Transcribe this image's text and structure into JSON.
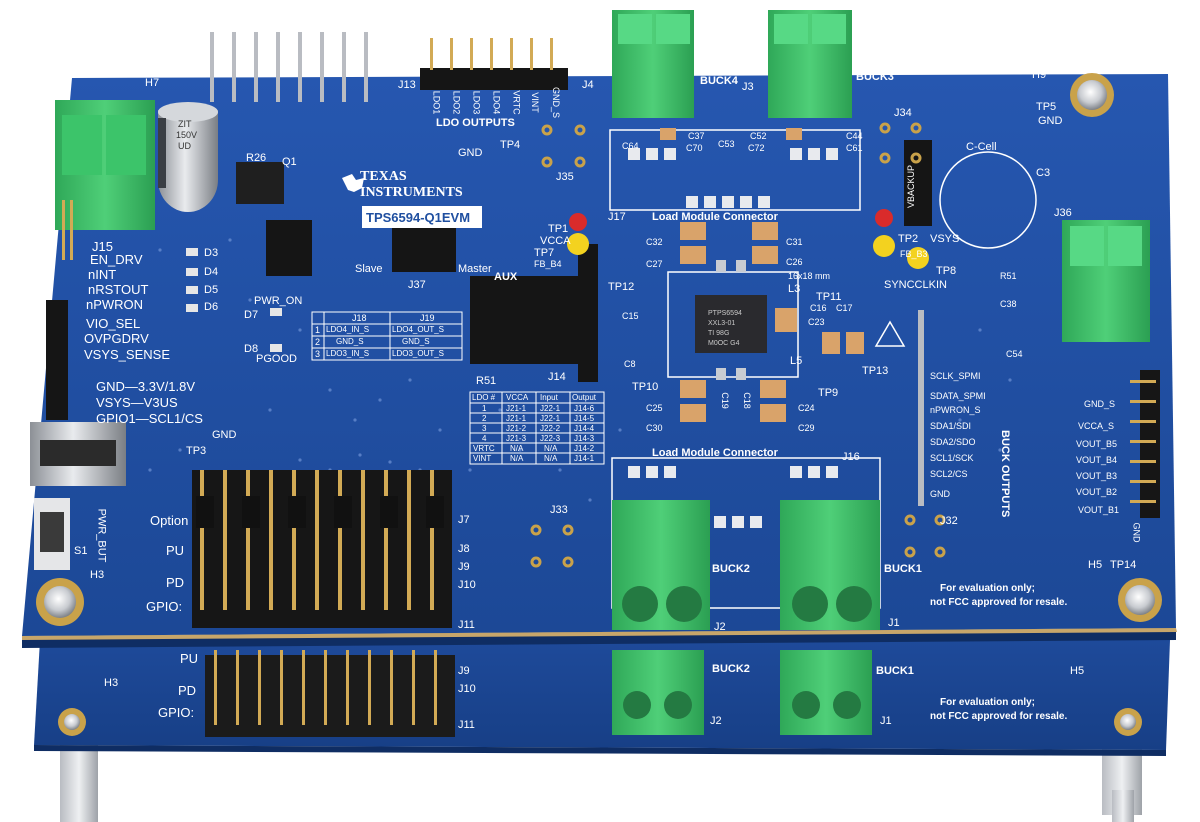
{
  "logo": {
    "line1": "TEXAS",
    "line2": "INSTRUMENTS"
  },
  "board_name": "TPS6594-Q1EVM",
  "evm_partial": "1EVM",
  "sections": {
    "ldo_outputs": "LDO OUTPUTS",
    "load_module_top": "Load Module Connector",
    "load_module_bottom": "Load Module Connector",
    "buck_outputs": "BUCK OUTPUTS",
    "size_note": "16x18 mm",
    "disclaimer_1": "For evaluation only;",
    "disclaimer_2": "not FCC approved for resale."
  },
  "buck_labels": {
    "buck1": "BUCK1",
    "buck2": "BUCK2",
    "buck3": "BUCK3",
    "buck4": "BUCK4"
  },
  "left_signals": [
    "EN_DRV",
    "nINT",
    "nRSTOUT",
    "nPWRON",
    "VIO_SEL",
    "OVPGDRV",
    "VSYS_SENSE"
  ],
  "leds": [
    "D3",
    "D4",
    "D5",
    "D6"
  ],
  "gpio_text": [
    "GND—3.3V/1.8V",
    "VSYS—V3US",
    "GPIO1—SCL1/CS"
  ],
  "power_labels": {
    "pwr_on": "PWR_ON",
    "pgood": "PGOOD",
    "d7": "D7",
    "d8": "D8"
  },
  "jumper_labels": {
    "slave": "Slave",
    "master": "Master",
    "j37": "J37",
    "aux": "AUX"
  },
  "ldo_jumper_table": {
    "headers": [
      "",
      "J18",
      "J19"
    ],
    "rows": [
      [
        "1",
        "LDO4_IN_S",
        "LDO4_OUT_S"
      ],
      [
        "2",
        "GND_S",
        "GND_S"
      ],
      [
        "3",
        "LDO3_IN_S",
        "LDO3_OUT_S"
      ]
    ]
  },
  "ldo_map_table": {
    "headers": [
      "LDO #",
      "VCCA",
      "Input",
      "Output"
    ],
    "rows": [
      [
        "1",
        "J21-1",
        "J22-1",
        "J14-6"
      ],
      [
        "2",
        "J21-1",
        "J22-1",
        "J14-5"
      ],
      [
        "3",
        "J21-2",
        "J22-2",
        "J14-4"
      ],
      [
        "4",
        "J21-3",
        "J22-3",
        "J14-3"
      ],
      [
        "VRTC",
        "N/A",
        "N/A",
        "J14-2"
      ],
      [
        "VINT",
        "N/A",
        "N/A",
        "J14-1"
      ]
    ]
  },
  "spmi_labels": [
    "SCLK_SPMI",
    "SDATA_SPMI",
    "nPWRON_S",
    "SDA1/SDI",
    "SDA2/SDO",
    "SCL1/SCK",
    "SCL2/CS",
    "GND"
  ],
  "buck_output_labels": [
    "GND_S",
    "VCCA_S",
    "VOUT_B5",
    "VOUT_B4",
    "VOUT_B3",
    "VOUT_B2",
    "VOUT_B1"
  ],
  "ldo_header_labels": [
    "LDO1",
    "LDO2",
    "LDO3",
    "LDO4",
    "VRTC",
    "VINT",
    "GND_S"
  ],
  "header_row_labels": {
    "option": "Option",
    "pu": "PU",
    "pd": "PD",
    "gpio": "GPIO:",
    "pwr_btn": "PWR_BUT",
    "s1": "S1"
  },
  "testpoints": {
    "tp1": "TP1",
    "vcca": "VCCA",
    "tp2": "TP2",
    "vsys": "VSYS",
    "tp3": "TP3",
    "gnd_tp3": "GND",
    "tp4": "TP4",
    "gnd_tp4": "GND",
    "tp5": "TP5",
    "gnd_tp5": "GND",
    "tp7": "TP7",
    "fb_b4": "FB_B4",
    "tp8": "TP8",
    "fb_b3": "FB_B3",
    "syncclkin": "SYNCCLKIN",
    "tp9": "TP9",
    "tp10": "TP10",
    "tp11": "TP11",
    "tp12": "TP12",
    "tp13": "TP13",
    "tp14": "TP14",
    "gnd_tp14": "GND"
  },
  "refdes": {
    "h3": "H3",
    "h5": "H5",
    "h7": "H7",
    "h9": "H9",
    "j1": "J1",
    "j2": "J2",
    "j3": "J3",
    "j4": "J4",
    "j7": "J7",
    "j8": "J8",
    "j9": "J9",
    "j10": "J10",
    "j11": "J11",
    "j13": "J13",
    "j14": "J14",
    "j15": "J15",
    "j16": "J16",
    "j17": "J17",
    "j32": "J32",
    "j33": "J33",
    "j34": "J34",
    "j35": "J35",
    "j36": "J36",
    "r26": "R26",
    "q1": "Q1",
    "r51": "R51",
    "r51b": "R51",
    "c3": "C3",
    "c_cell": "C-Cell",
    "vbackup": "VBACKUP",
    "l3": "L3",
    "l5": "L5",
    "caps": [
      "C64",
      "C37",
      "C70",
      "C53",
      "C52",
      "C72",
      "C44",
      "C61",
      "C32",
      "C31",
      "C27",
      "C26",
      "C15",
      "C16",
      "C17",
      "C23",
      "C8",
      "C25",
      "C30",
      "C19",
      "C18",
      "C24",
      "C29",
      "C38",
      "C54"
    ]
  },
  "ic": {
    "line1": "PTPS6594",
    "line2": "XXL3-01",
    "line3": "TI 98G",
    "line4": "M0OC G4"
  },
  "cap_marking": {
    "line1": "ZIT",
    "line2": "150V",
    "line3": "UD"
  },
  "bottom_board": {
    "pu": "PU",
    "pd": "PD",
    "gpio": "GPIO:",
    "h3": "H3",
    "h5": "H5",
    "j9": "J9",
    "j10": "J10",
    "j11": "J11",
    "j1": "J1",
    "j2": "J2",
    "buck1": "BUCK1",
    "buck2": "BUCK2",
    "disclaimer_1": "For evaluation only;",
    "disclaimer_2": "not FCC approved for resale."
  },
  "colors": {
    "pcb": "#1f4fa0",
    "pcb_dark": "#163d82",
    "silk": "#ffffff",
    "terminal_green": "#3fbf6a",
    "gold": "#c9a24a"
  }
}
